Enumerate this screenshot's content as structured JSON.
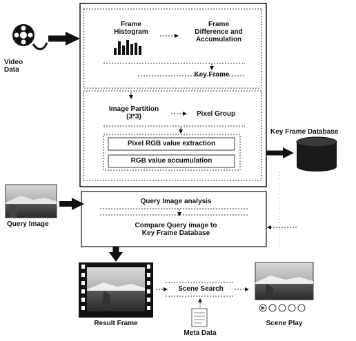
{
  "inputs": {
    "video_data": "Video\nData",
    "query_image": "Query Image"
  },
  "keyframe_extraction": {
    "frame_histogram": "Frame\nHistogram",
    "frame_difference": "Frame\nDifference and\nAccumulation",
    "key_frame": "Key Frame"
  },
  "partition": {
    "image_partition": "Image Partition\n(3*3)",
    "pixel_group": "Pixel Group",
    "rgb_extraction": "Pixel RGB value extraction",
    "rgb_accumulation": "RGB value accumulation"
  },
  "database": {
    "key_frame_database": "Key Frame Database"
  },
  "query": {
    "analysis": "Query Image analysis",
    "compare": "Compare Query image to\nKey Frame Database"
  },
  "results": {
    "result_frame": "Result Frame",
    "scene_search": "Scene Search",
    "scene_play": "Scene Play",
    "meta_data": "Meta Data"
  }
}
